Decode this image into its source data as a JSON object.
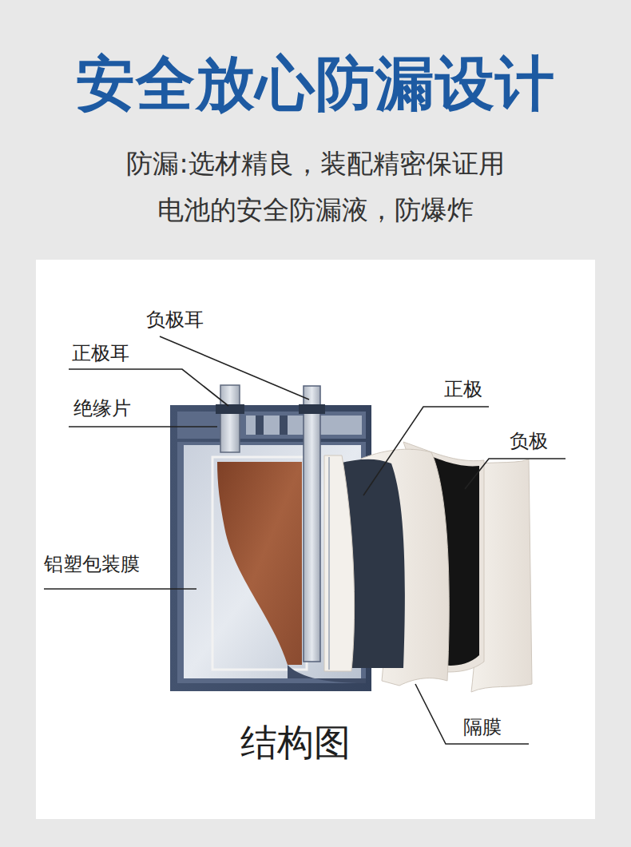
{
  "diagram": {
    "title": "安全放心防漏设计",
    "caption": "结构图",
    "labels": [
      "防漏:选材精良，装配精密保证用 电池的安全防漏液，防爆炸",
      "负极耳",
      "正极耳",
      "正极",
      "绝缘片",
      "负极",
      "铝塑包装膜",
      "隔膜"
    ]
  }
}
